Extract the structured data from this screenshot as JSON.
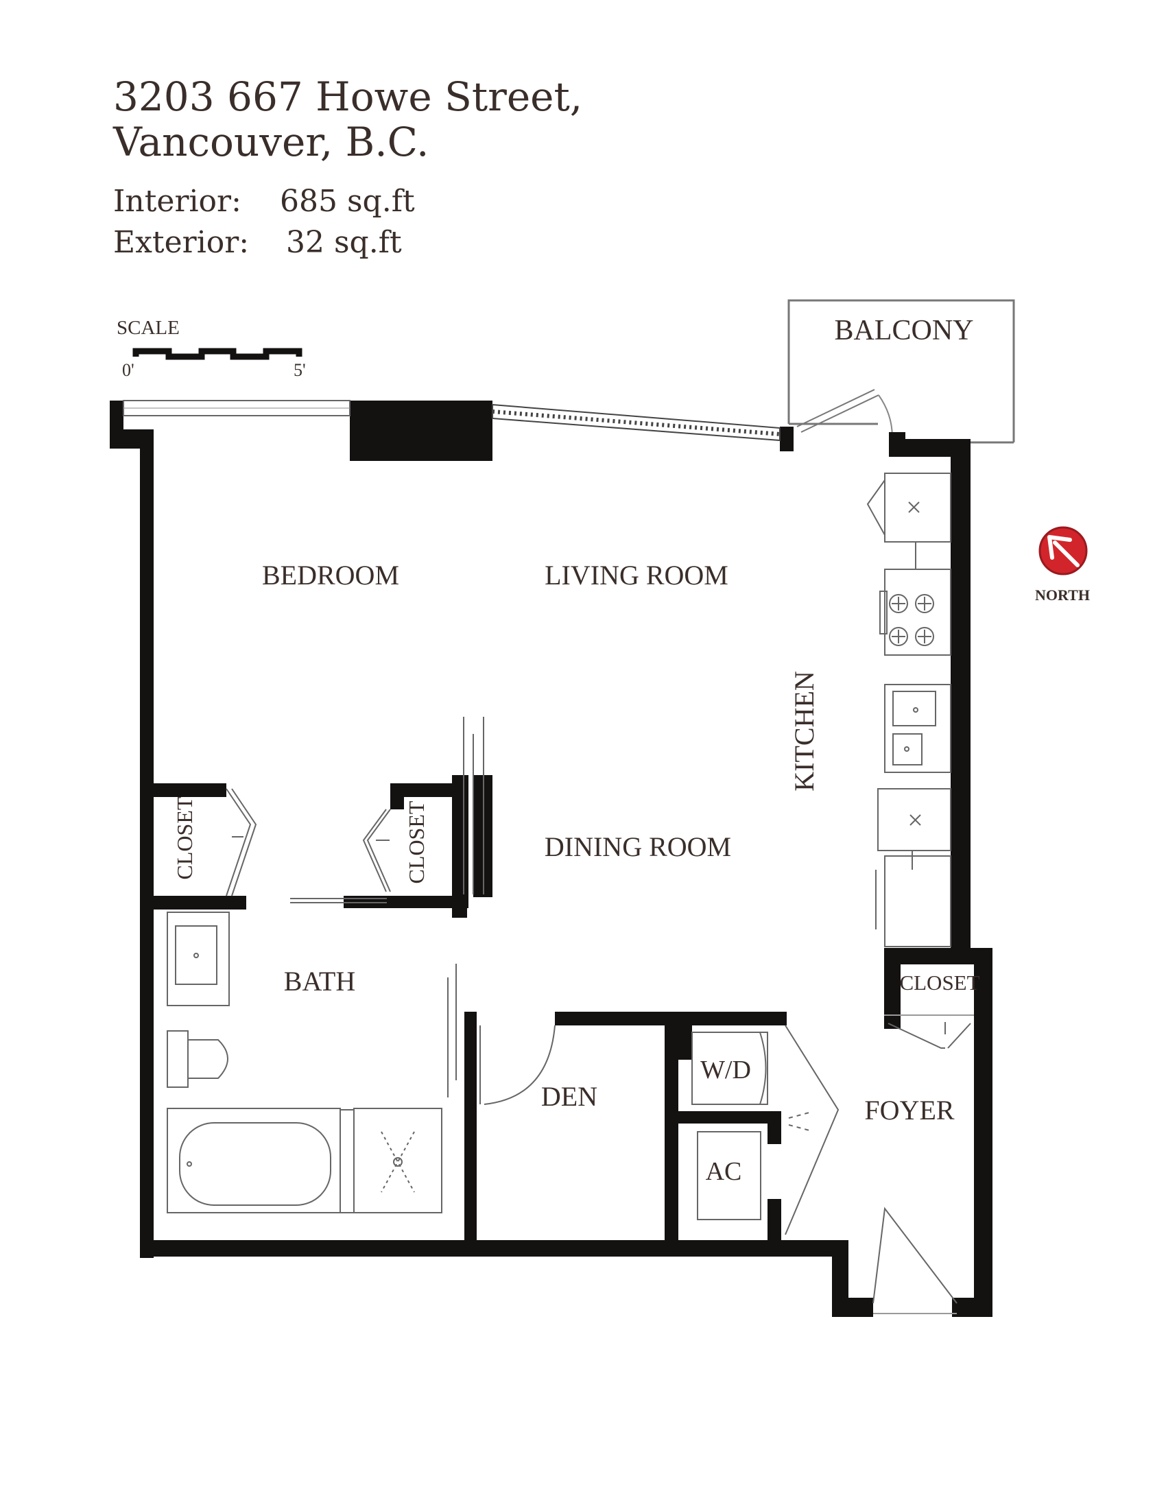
{
  "header": {
    "address_line1": "3203 667 Howe Street,",
    "address_line2": "Vancouver, B.C.",
    "interior_label": "Interior:",
    "interior_value": "685 sq.ft",
    "exterior_label": "Exterior:",
    "exterior_value": "32 sq.ft"
  },
  "scale": {
    "label": "SCALE",
    "start": "0'",
    "end": "5'"
  },
  "compass": {
    "label": "NORTH",
    "color": "#d2252b"
  },
  "rooms": {
    "balcony": "BALCONY",
    "bedroom": "BEDROOM",
    "living_room": "LIVING ROOM",
    "kitchen": "KITCHEN",
    "closet_left": "CLOSET",
    "closet_middle": "CLOSET",
    "dining_room": "DINING ROOM",
    "bath": "BATH",
    "closet_right": "CLOSET",
    "den": "DEN",
    "washer_dryer": "W/D",
    "foyer": "FOYER",
    "ac": "AC"
  },
  "colors": {
    "wall": "#141111",
    "text": "#3a2e2a",
    "line": "#555555"
  }
}
